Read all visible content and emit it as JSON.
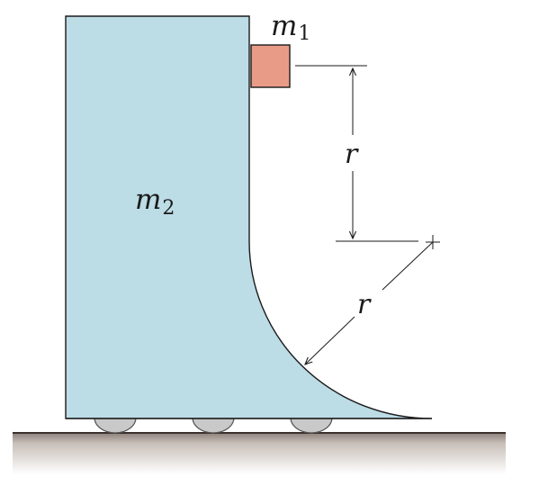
{
  "labels": {
    "m1": "m",
    "m1_sub": "1",
    "m2": "m",
    "m2_sub": "2",
    "r_vertical": "r",
    "r_radius": "r"
  },
  "colors": {
    "cart_fill": "#bcdce6",
    "cart_stroke": "#1a1a1a",
    "block_fill": "#e89c88",
    "ground_dark": "#7a6e68",
    "ground_light": "#f2efed",
    "wheel_fill": "#c9c9c9",
    "wheel_stroke": "#555555",
    "line": "#1a1a1a"
  }
}
